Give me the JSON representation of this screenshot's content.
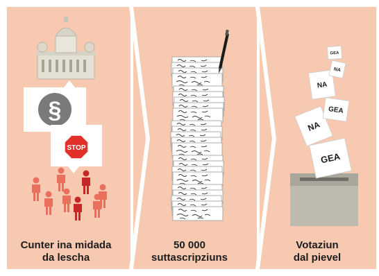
{
  "colors": {
    "panel_bg": "#f7c9b1",
    "separator": "#ffffff",
    "accent_red": "#e2312b",
    "paper": "#ffffff",
    "ballot_box": "#bdbab0",
    "text": "#1c1c1c"
  },
  "icons": [
    "parliament-building-icon",
    "paragraph-icon",
    "stop-sign-icon",
    "people-group-icon",
    "paper-stack-icon",
    "pen-icon",
    "ballot-box-icon"
  ],
  "steps": [
    {
      "caption_line1": "Cunter ina midada",
      "caption_line2": "da lescha",
      "paragraph_symbol": "§",
      "stop_text": "STOP"
    },
    {
      "caption_line1": "50 000",
      "caption_line2": "suttascripziuns"
    },
    {
      "caption_line1": "Votaziun",
      "caption_line2": "dal pievel",
      "ballots": [
        {
          "text": "GEA"
        },
        {
          "text": "NA"
        },
        {
          "text": "NA"
        },
        {
          "text": "GEA"
        },
        {
          "text": "NA"
        },
        {
          "text": "GEA"
        }
      ]
    }
  ]
}
